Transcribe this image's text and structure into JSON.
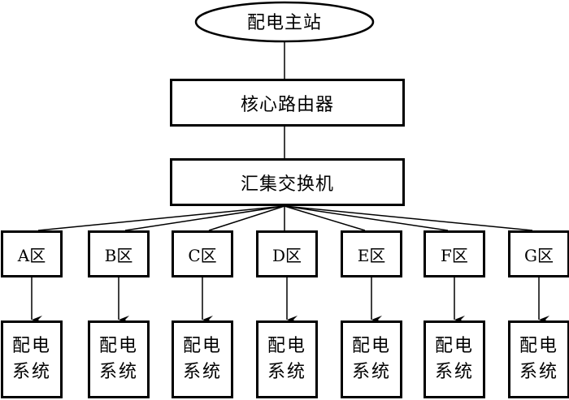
{
  "diagram": {
    "master_station": "配电主站",
    "core_router": "核心路由器",
    "aggregation_switch": "汇集交换机",
    "zones": [
      {
        "label": "A区",
        "system_line1": "配电",
        "system_line2": "系统"
      },
      {
        "label": "B区",
        "system_line1": "配电",
        "system_line2": "系统"
      },
      {
        "label": "C区",
        "system_line1": "配电",
        "system_line2": "系统"
      },
      {
        "label": "D区",
        "system_line1": "配电",
        "system_line2": "系统"
      },
      {
        "label": "E区",
        "system_line1": "配电",
        "system_line2": "系统"
      },
      {
        "label": "F区",
        "system_line1": "配电",
        "system_line2": "系统"
      },
      {
        "label": "G区",
        "system_line1": "配电",
        "system_line2": "系统"
      }
    ]
  }
}
